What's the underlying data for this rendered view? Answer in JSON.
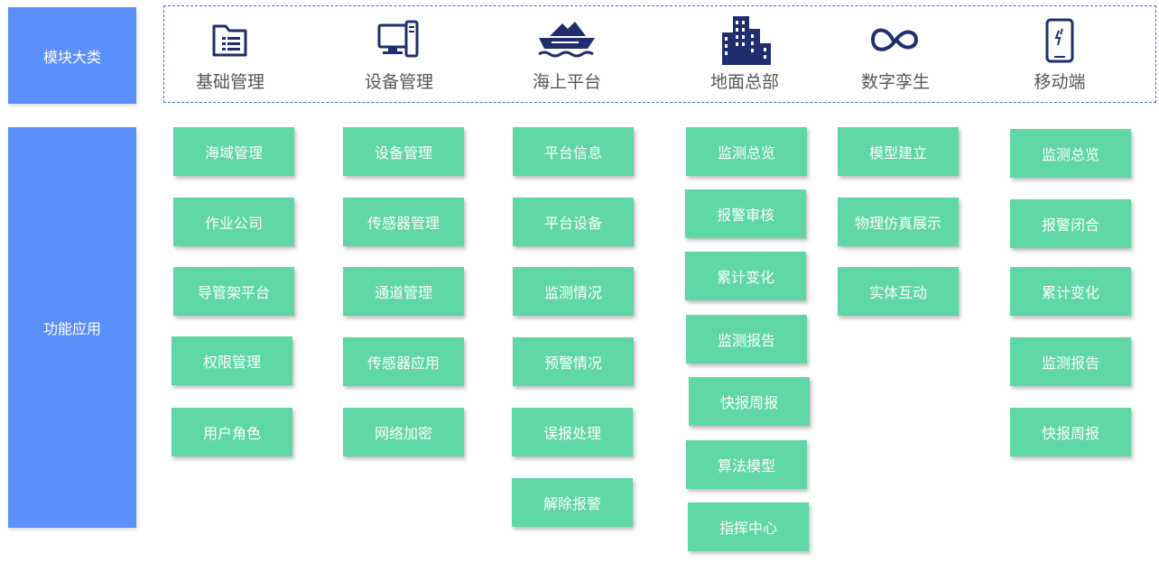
{
  "side_labels": {
    "top": "模块大类",
    "bottom": "功能应用"
  },
  "categories": [
    {
      "label": "基础管理",
      "icon": "folder-list-icon"
    },
    {
      "label": "设备管理",
      "icon": "computer-device-icon"
    },
    {
      "label": "海上平台",
      "icon": "ship-platform-icon"
    },
    {
      "label": "地面总部",
      "icon": "buildings-icon"
    },
    {
      "label": "数字孪生",
      "icon": "infinity-loop-icon"
    },
    {
      "label": "移动端",
      "icon": "mobile-phone-icon"
    }
  ],
  "columns": [
    {
      "items": [
        "海域管理",
        "作业公司",
        "导管架平台",
        "权限管理",
        "用户角色"
      ]
    },
    {
      "items": [
        "设备管理",
        "传感器管理",
        "通道管理",
        "传感器应用",
        "网络加密"
      ]
    },
    {
      "items": [
        "平台信息",
        "平台设备",
        "监测情况",
        "预警情况",
        "误报处理",
        "解除报警"
      ]
    },
    {
      "items": [
        "监测总览",
        "报警审核",
        "累计变化",
        "监测报告",
        "快报周报",
        "算法模型",
        "指挥中心"
      ]
    },
    {
      "items": [
        "模型建立",
        "物理仿真展示",
        "实体互动"
      ]
    },
    {
      "items": [
        "监测总览",
        "报警闭合",
        "累计变化",
        "监测报告",
        "快报周报"
      ]
    }
  ],
  "colors": {
    "side_bg": "#5b8ff9",
    "box_bg": "#5fd6a6",
    "icon": "#1f2d6e",
    "dash": "#4a6fc4"
  }
}
